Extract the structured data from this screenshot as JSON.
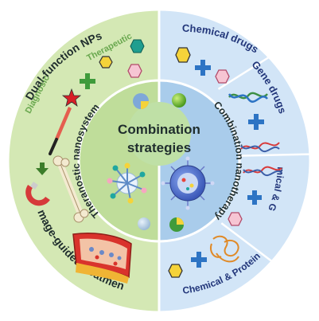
{
  "center": {
    "line1": "Combination",
    "line2": "strategies"
  },
  "left": {
    "outer_top": "Dual-function NPs",
    "outer_bottom": "Image-guided treatment",
    "diagnosic": "Diagnosic",
    "therapeutic": "Therapeutic",
    "inner": "Theranostic nanosystem"
  },
  "right": {
    "inner": "Combination nanotherapy",
    "sectors": {
      "chemical_drugs": "Chemical drugs",
      "gene_drugs": "Gene drugs",
      "chemical_gene": "Chemical & Gene",
      "chemical_protein": "Chemical & Protein"
    }
  },
  "colors": {
    "left_outer": "#d4e8b4",
    "left_inner": "#bfdd9a",
    "center_disc": "#bfe0a6",
    "right_outer": "#d2e5f7",
    "right_inner": "#a9cceb",
    "text_dark": "#1f2d2d",
    "text_green": "#6aa84f",
    "text_right": "#22367a",
    "divider": "#ffffff",
    "pink_hexagon": "#f6c5d3",
    "yellow_hexagon": "#f5d33a",
    "teal_hexagon": "#1f9e8f",
    "blue_cross": "#2d74c4",
    "green_cross": "#3f9b3b",
    "red_star": "#d81f26"
  }
}
